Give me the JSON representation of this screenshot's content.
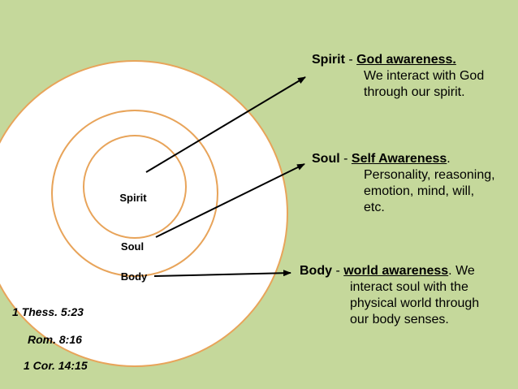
{
  "labels": {
    "spirit": "Spirit",
    "soul": "Soul",
    "body": "Body"
  },
  "descriptions": {
    "spirit": {
      "name": "Spirit",
      "sep": " - ",
      "term": "God awareness.",
      "after": "",
      "lines": [
        "We interact with God",
        "through our spirit."
      ]
    },
    "soul": {
      "name": "Soul",
      "sep": " - ",
      "term": "Self Awareness",
      "after": ".",
      "lines": [
        "Personality, reasoning,",
        "emotion, mind, will,",
        "etc."
      ]
    },
    "body": {
      "name": "Body",
      "sep": " - ",
      "term": "world awareness",
      "after": ". We",
      "lines": [
        "interact soul with the",
        "physical world through",
        "our body senses."
      ]
    }
  },
  "references": [
    "1 Thess. 5:23",
    "Rom. 8:16",
    "1 Cor. 14:15"
  ],
  "colors": {
    "background": "#c5d89b",
    "circle_fill": "#ffffff",
    "circle_stroke": "#e8a45a",
    "text": "#000000",
    "arrow": "#000000"
  }
}
